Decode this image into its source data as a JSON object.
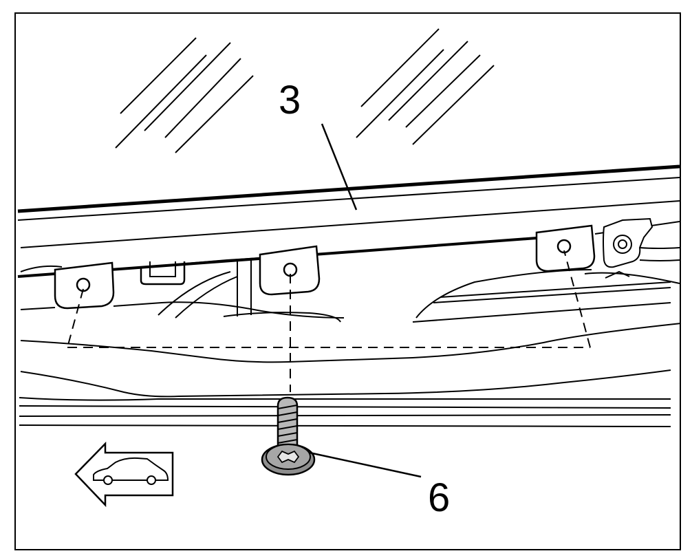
{
  "callouts": [
    {
      "id": "3",
      "label": "3"
    },
    {
      "id": "6",
      "label": "6"
    }
  ],
  "direction_icon": "forward-direction-arrow-with-car-icon",
  "colors": {
    "line": "#000000",
    "background": "#ffffff",
    "screw_head": "#9a9a9a",
    "screw_shank": "#b8b8b8"
  }
}
